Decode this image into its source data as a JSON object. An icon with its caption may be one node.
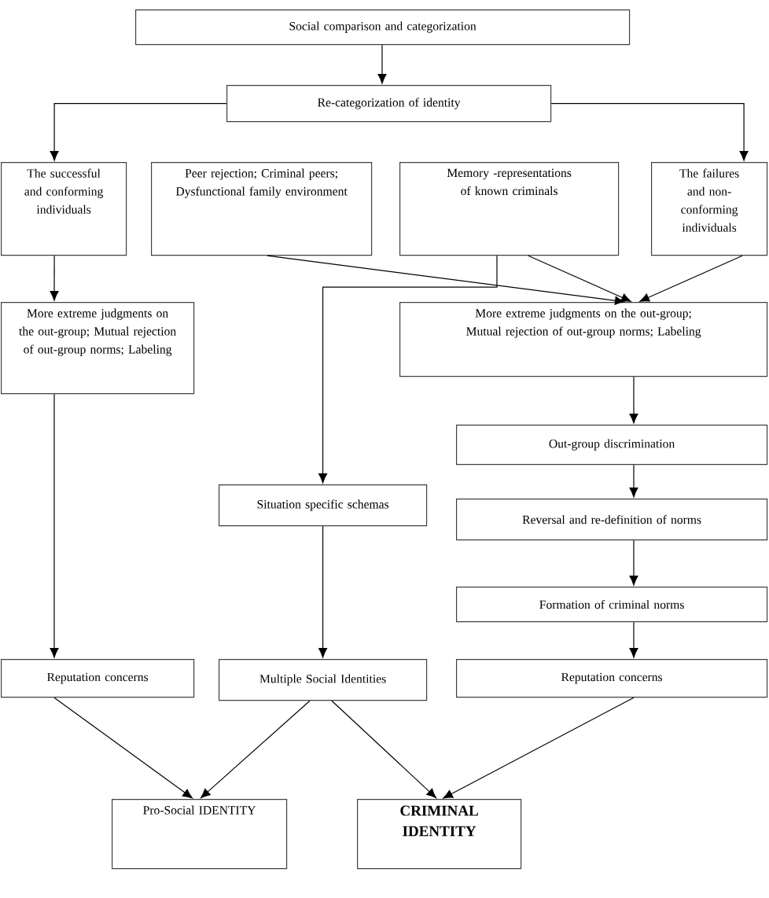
{
  "diagram": {
    "nodes": [
      {
        "text": [
          "Social comparison and categorization"
        ]
      },
      {
        "text": [
          "Re-categorization of identity"
        ]
      },
      {
        "text": [
          "The successful and conforming individuals"
        ]
      },
      {
        "text": [
          "Peer rejection; Criminal peers; Dysfunctional family environment"
        ]
      },
      {
        "text": [
          "Memory -representations of known criminals"
        ]
      },
      {
        "text": [
          "The failures and non-conforming individuals"
        ]
      },
      {
        "text": [
          "More extreme judgments on the out-group; Mutual rejection of out-group norms; Labeling"
        ]
      },
      {
        "text": [
          "More extreme judgments on the out-group; Mutual rejection of out-group norms; Labeling"
        ]
      },
      {
        "text": [
          "Out-group discrimination"
        ]
      },
      {
        "text": [
          "Situation specific schemas"
        ]
      },
      {
        "text": [
          "Reversal and re-definition of norms"
        ]
      },
      {
        "text": [
          "Formation of criminal norms"
        ]
      },
      {
        "text": [
          "Reputation concerns"
        ]
      },
      {
        "text": [
          "Multiple Social Identities"
        ]
      },
      {
        "text": [
          "Reputation concerns"
        ]
      },
      {
        "text": [
          "Pro-Social IDENTITY"
        ]
      },
      {
        "text": [
          "CRIMINAL IDENTITY"
        ]
      }
    ],
    "edges": [
      {
        "from": 0,
        "to": 1,
        "arrow": "to"
      },
      {
        "from": 1,
        "to": 2,
        "arrow": "to"
      },
      {
        "from": 1,
        "to": 5,
        "arrow": "to"
      },
      {
        "from": 2,
        "to": 6,
        "arrow": "to"
      },
      {
        "from": 3,
        "to": 7,
        "arrow": "to"
      },
      {
        "from": 4,
        "to": 7,
        "arrow": "to"
      },
      {
        "from": 4,
        "to": 9,
        "arrow": "to"
      },
      {
        "from": 5,
        "to": 7,
        "arrow": "to"
      },
      {
        "from": 6,
        "to": 12,
        "arrow": "to"
      },
      {
        "from": 7,
        "to": 8,
        "arrow": "to"
      },
      {
        "from": 8,
        "to": 10,
        "arrow": "to"
      },
      {
        "from": 10,
        "to": 11,
        "arrow": "to"
      },
      {
        "from": 11,
        "to": 14,
        "arrow": "to"
      },
      {
        "from": 9,
        "to": 13,
        "arrow": "to"
      },
      {
        "from": 12,
        "to": 15,
        "arrow": "to"
      },
      {
        "from": 13,
        "to": 15,
        "arrow": "to"
      },
      {
        "from": 13,
        "to": 16,
        "arrow": "to"
      },
      {
        "from": 14,
        "to": 16,
        "arrow": "to"
      }
    ]
  }
}
